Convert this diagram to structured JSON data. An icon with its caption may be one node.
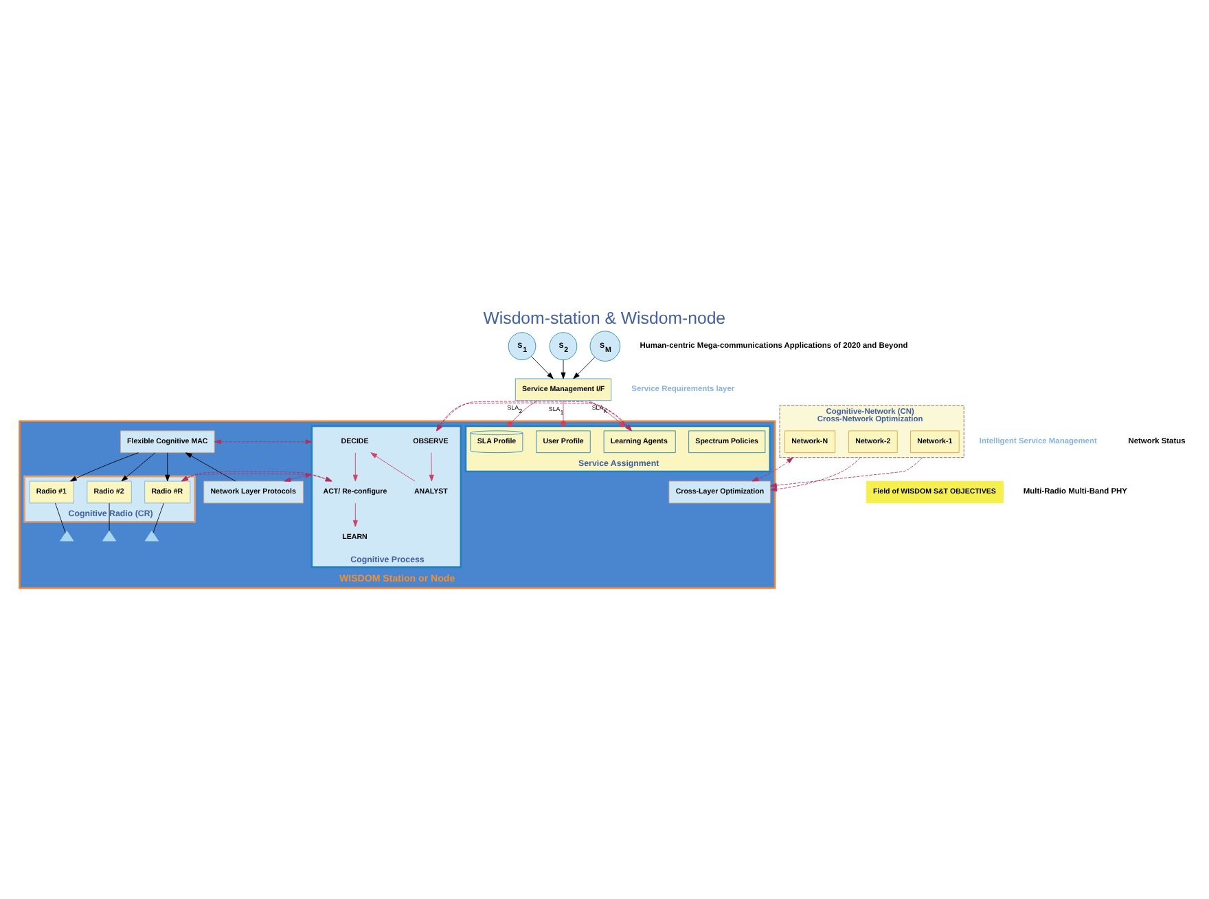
{
  "diagram": {
    "title": "Wisdom-station & Wisdom-node",
    "nodes": [
      {
        "text": [
          "S$_{1}$"
        ]
      },
      {
        "text": [
          "S$_{2}$"
        ]
      },
      {
        "text": [
          "S$_{M}$"
        ]
      },
      {
        "text": [
          "Service Management I/F"
        ]
      },
      {
        "text": [
          "WISDOM Station or Node"
        ]
      },
      {
        "text": [
          "Service Assignment"
        ],
        "in": 4
      },
      {
        "text": [
          "User Profile"
        ],
        "in": 5
      },
      {
        "text": [
          "SLA Profile"
        ],
        "in": 5
      },
      {
        "text": [
          "Spectrum Policies"
        ],
        "in": 5
      },
      {
        "text": [
          "Learning Agents"
        ],
        "in": 5
      },
      {
        "text": [
          "Cognitive Process"
        ],
        "in": 4
      },
      {
        "text": [
          "OBSERVE"
        ],
        "in": 10
      },
      {
        "text": [
          "ANALYST"
        ],
        "in": 10
      },
      {
        "text": [
          "DECIDE"
        ],
        "in": 10
      },
      {
        "text": [
          "ACT/ Re-configure"
        ],
        "in": 10
      },
      {
        "text": [
          "LEARN"
        ],
        "in": 10
      },
      {
        "text": [
          "Cross-Layer Optimization"
        ],
        "in": 4
      },
      {
        "text": [
          "Network Layer Protocols"
        ],
        "in": 4
      },
      {
        "text": [
          "Flexible Cognitive MAC"
        ],
        "in": 4
      },
      {
        "text": [
          "Cognitive Radio (CR)"
        ],
        "in": 4
      },
      {
        "text": [
          "Radio #1"
        ],
        "in": 19
      },
      {
        "text": [
          "Radio #2"
        ],
        "in": 19
      },
      {
        "text": [
          "Radio #R"
        ],
        "in": 19
      },
      {
        "text": [],
        "shape": "triangle",
        "in": 4
      },
      {
        "text": [],
        "shape": "triangle",
        "in": 4
      },
      {
        "text": [],
        "shape": "triangle",
        "in": 4
      },
      {
        "text": [
          "Cognitive-Network (CN)",
          "Cross-Network Optimization"
        ]
      },
      {
        "text": [
          "Network-N"
        ],
        "in": 26
      },
      {
        "text": [
          "Network-2"
        ],
        "in": 26
      },
      {
        "text": [
          "Network-1"
        ],
        "in": 26
      },
      {
        "text": [
          "Field of WISDOM S&T OBJECTIVES"
        ]
      }
    ],
    "edges": [
      {
        "from": 0,
        "to": 3,
        "arrow": "to"
      },
      {
        "from": 1,
        "to": 3,
        "arrow": "to"
      },
      {
        "from": 2,
        "to": 3,
        "arrow": "to"
      },
      {
        "from": 3,
        "to": 5,
        "arrow": "other",
        "label": "SLA$_{1}$",
        "color": "#d04060"
      },
      {
        "from": 3,
        "to": 5,
        "arrow": "other",
        "label": "SLA$_{2}$",
        "color": "#d04060"
      },
      {
        "from": 3,
        "to": 5,
        "arrow": "other",
        "label": "SLA$_{K}$",
        "color": "#d04060"
      },
      {
        "from": 5,
        "to": 10,
        "arrow": "both",
        "style": "dashed",
        "color": "#b03060"
      },
      {
        "from": 26,
        "to": 16,
        "arrow": "both",
        "style": "dashed",
        "color": "#b03060"
      },
      {
        "from": 26,
        "to": 16,
        "arrow": "to",
        "style": "dashed",
        "color": "#b03060"
      },
      {
        "from": 26,
        "to": 16,
        "arrow": "to",
        "style": "dashed",
        "color": "#b03060"
      },
      {
        "from": 17,
        "to": 10,
        "arrow": "both",
        "style": "dashed",
        "color": "#b03060"
      },
      {
        "from": 18,
        "to": 10,
        "arrow": "both",
        "style": "dashed",
        "color": "#b03060"
      },
      {
        "from": 19,
        "to": 10,
        "arrow": "both",
        "style": "dashed",
        "color": "#b03060"
      },
      {
        "from": 17,
        "to": 18,
        "arrow": "to"
      },
      {
        "from": 18,
        "to": 20,
        "arrow": "to"
      },
      {
        "from": 18,
        "to": 21,
        "arrow": "to"
      },
      {
        "from": 18,
        "to": 22,
        "arrow": "to"
      },
      {
        "from": 11,
        "to": 12,
        "arrow": "to",
        "color": "#d04060"
      },
      {
        "from": 12,
        "to": 13,
        "arrow": "to",
        "color": "#d04060"
      },
      {
        "from": 13,
        "to": 14,
        "arrow": "to",
        "color": "#d04060"
      },
      {
        "from": 14,
        "to": 15,
        "arrow": "to",
        "color": "#d04060"
      },
      {
        "from": 20,
        "to": 23,
        "arrow": "none"
      },
      {
        "from": 21,
        "to": 24,
        "arrow": "none"
      },
      {
        "from": 22,
        "to": 25,
        "arrow": "none"
      }
    ],
    "labels": [
      "Human-centric Mega-communications Applications of 2020 and Beyond",
      "Service Requirements layer",
      "Intelligent Service Management",
      "Network Status",
      "Multi-Radio Multi-Band PHY"
    ]
  }
}
